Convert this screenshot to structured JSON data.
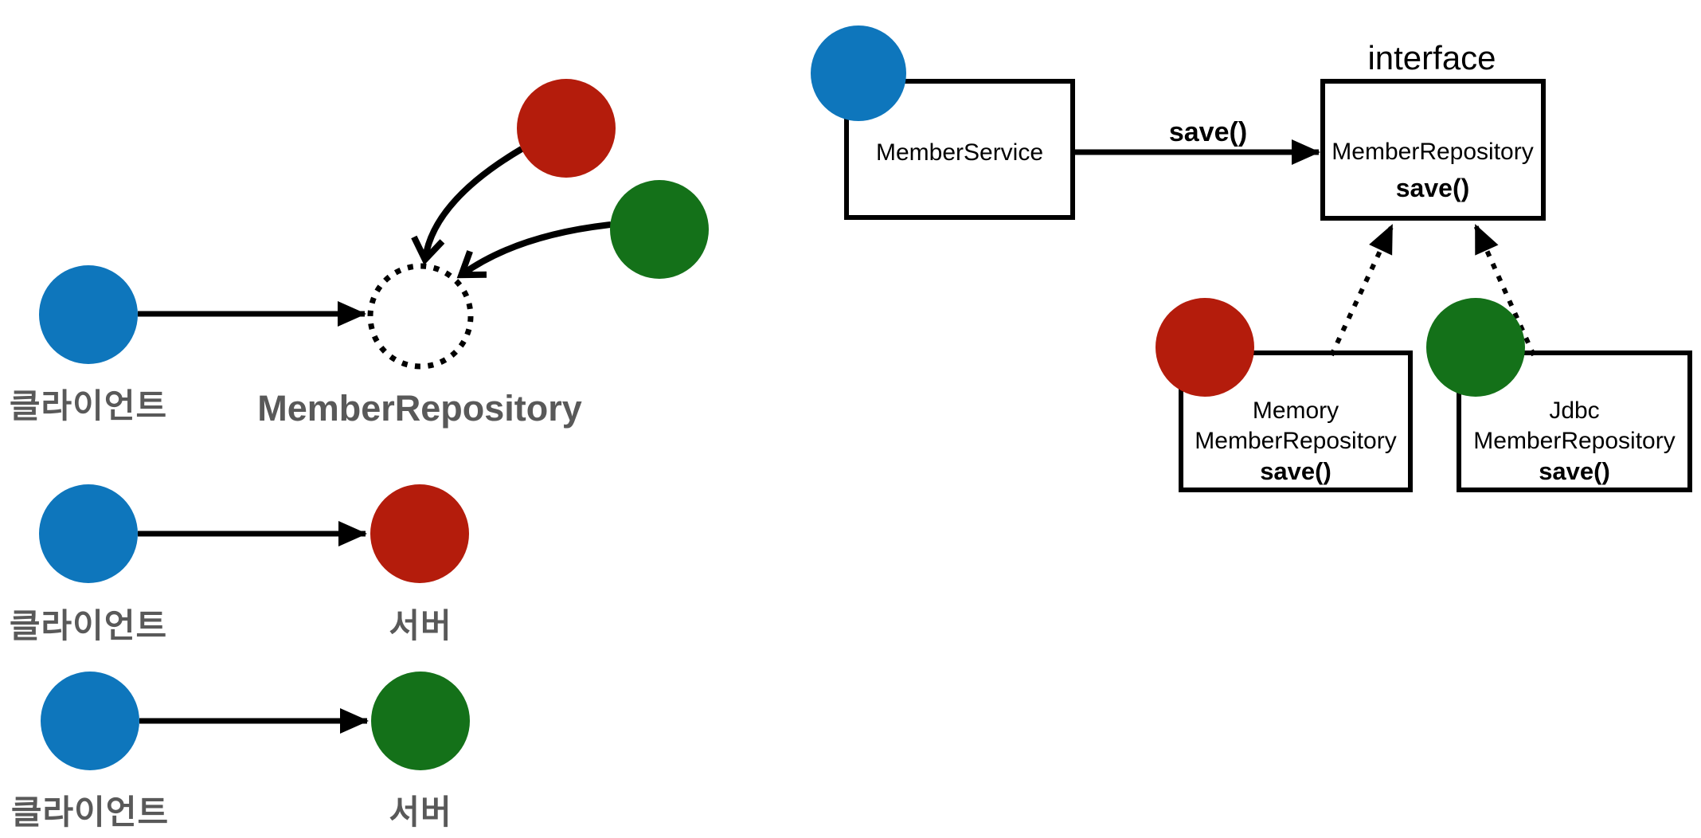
{
  "colors": {
    "client_blue": "#0e76bc",
    "server_red": "#b41c0c",
    "server_green": "#147119",
    "label_gray": "#595959",
    "line_black": "#000000"
  },
  "left": {
    "top": {
      "client": "클라이언트",
      "target": "MemberRepository"
    },
    "middle": {
      "client": "클라이언트",
      "server": "서버"
    },
    "bottom": {
      "client": "클라이언트",
      "server": "서버"
    }
  },
  "right": {
    "interface_caption": "interface",
    "service": {
      "title": "MemberService"
    },
    "call_label": "save()",
    "repository": {
      "title": "MemberRepository",
      "method": "save()"
    },
    "memory_repo": {
      "line1": "Memory",
      "line2": "MemberRepository",
      "method": "save()"
    },
    "jdbc_repo": {
      "line1": "Jdbc",
      "line2": "MemberRepository",
      "method": "save()"
    }
  }
}
